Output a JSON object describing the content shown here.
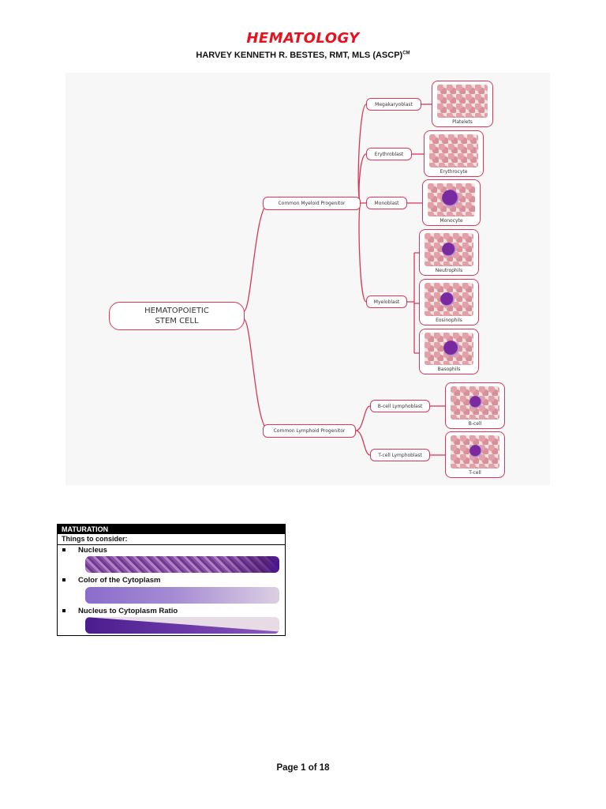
{
  "header": {
    "title": "HEMATOLOGY",
    "author": "HARVEY KENNETH R. BESTES, RMT, MLS (ASCP)",
    "author_sup": "CM"
  },
  "mindmap": {
    "root": "HEMATOPOIETIC STEM CELL",
    "myeloid": "Common Myeloid Progenitor",
    "lymphoid": "Common Lymphoid Progenitor",
    "myeloid_children": [
      "Megakaryoblast",
      "Erythroblast",
      "Monoblast",
      "Myeloblast"
    ],
    "lymphoid_children": [
      "B-cell Lymphoblast",
      "T-cell Lymphoblast"
    ],
    "cells": [
      "Platelets",
      "Erythrocyte",
      "Monocyte",
      "Neutrophils",
      "Eosinophils",
      "Basophils",
      "B-cell",
      "T-cell"
    ],
    "accent_color": "#d6375a"
  },
  "maturation": {
    "heading": "MATURATION",
    "subheading": "Things to consider:",
    "items": [
      "Nucleus",
      "Color of the Cytoplasm",
      "Nucleus to Cytoplasm Ratio"
    ]
  },
  "footer": {
    "page": "Page 1 of 18"
  }
}
